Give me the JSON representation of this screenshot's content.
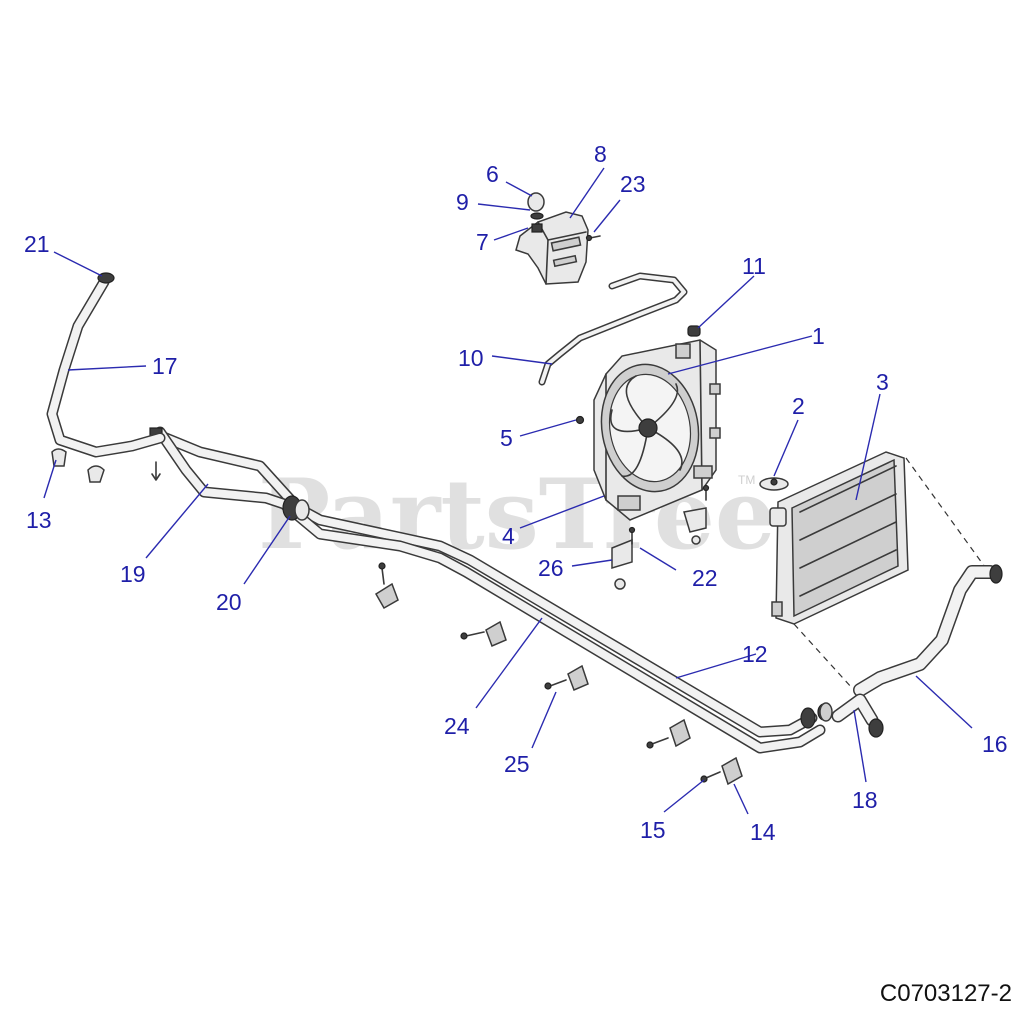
{
  "watermark": {
    "text": "PartsTree",
    "trademark": "TM"
  },
  "drawing_code": "C0703127-2",
  "callouts": [
    {
      "id": "1",
      "label": "1"
    },
    {
      "id": "2",
      "label": "2"
    },
    {
      "id": "3",
      "label": "3"
    },
    {
      "id": "4",
      "label": "4"
    },
    {
      "id": "5",
      "label": "5"
    },
    {
      "id": "6",
      "label": "6"
    },
    {
      "id": "7",
      "label": "7"
    },
    {
      "id": "8",
      "label": "8"
    },
    {
      "id": "9",
      "label": "9"
    },
    {
      "id": "10",
      "label": "10"
    },
    {
      "id": "11",
      "label": "11"
    },
    {
      "id": "12",
      "label": "12"
    },
    {
      "id": "13",
      "label": "13"
    },
    {
      "id": "14",
      "label": "14"
    },
    {
      "id": "15",
      "label": "15"
    },
    {
      "id": "16",
      "label": "16"
    },
    {
      "id": "17",
      "label": "17"
    },
    {
      "id": "18",
      "label": "18"
    },
    {
      "id": "19",
      "label": "19"
    },
    {
      "id": "20",
      "label": "20"
    },
    {
      "id": "21",
      "label": "21"
    },
    {
      "id": "22",
      "label": "22"
    },
    {
      "id": "23",
      "label": "23"
    },
    {
      "id": "24",
      "label": "24"
    },
    {
      "id": "25",
      "label": "25"
    },
    {
      "id": "26",
      "label": "26"
    }
  ],
  "colors": {
    "callout": "#1f1fa8",
    "leader": "#2b2bb0",
    "line_art": "#3a3a3a",
    "watermark": "#d6d6d6"
  }
}
